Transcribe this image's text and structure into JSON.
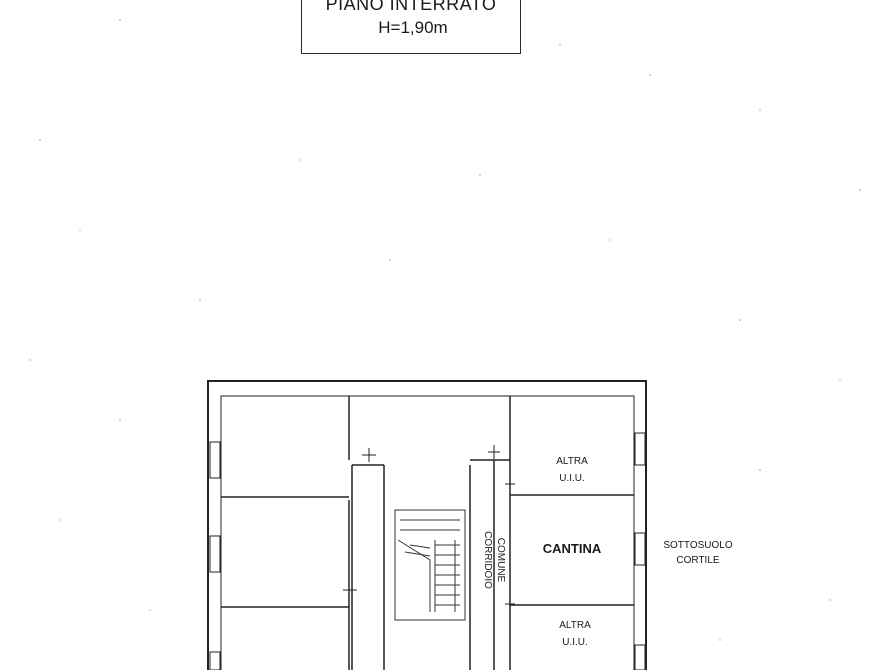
{
  "header": {
    "title": "PIANO INTERRATO",
    "height_label": "H=1,90m"
  },
  "rooms": {
    "altra_top": {
      "line1": "ALTRA",
      "line2": "U.I.U."
    },
    "cantina": "CANTINA",
    "altra_bottom": {
      "line1": "ALTRA",
      "line2": "U.I.U."
    },
    "corridoio": {
      "line1": "CORRIDOIO",
      "line2": "COMUNE"
    }
  },
  "exterior": {
    "line1": "SOTTOSUOLO",
    "line2": "CORTILE"
  },
  "colors": {
    "ink": "#1a1a1a",
    "paper": "#ffffff"
  }
}
